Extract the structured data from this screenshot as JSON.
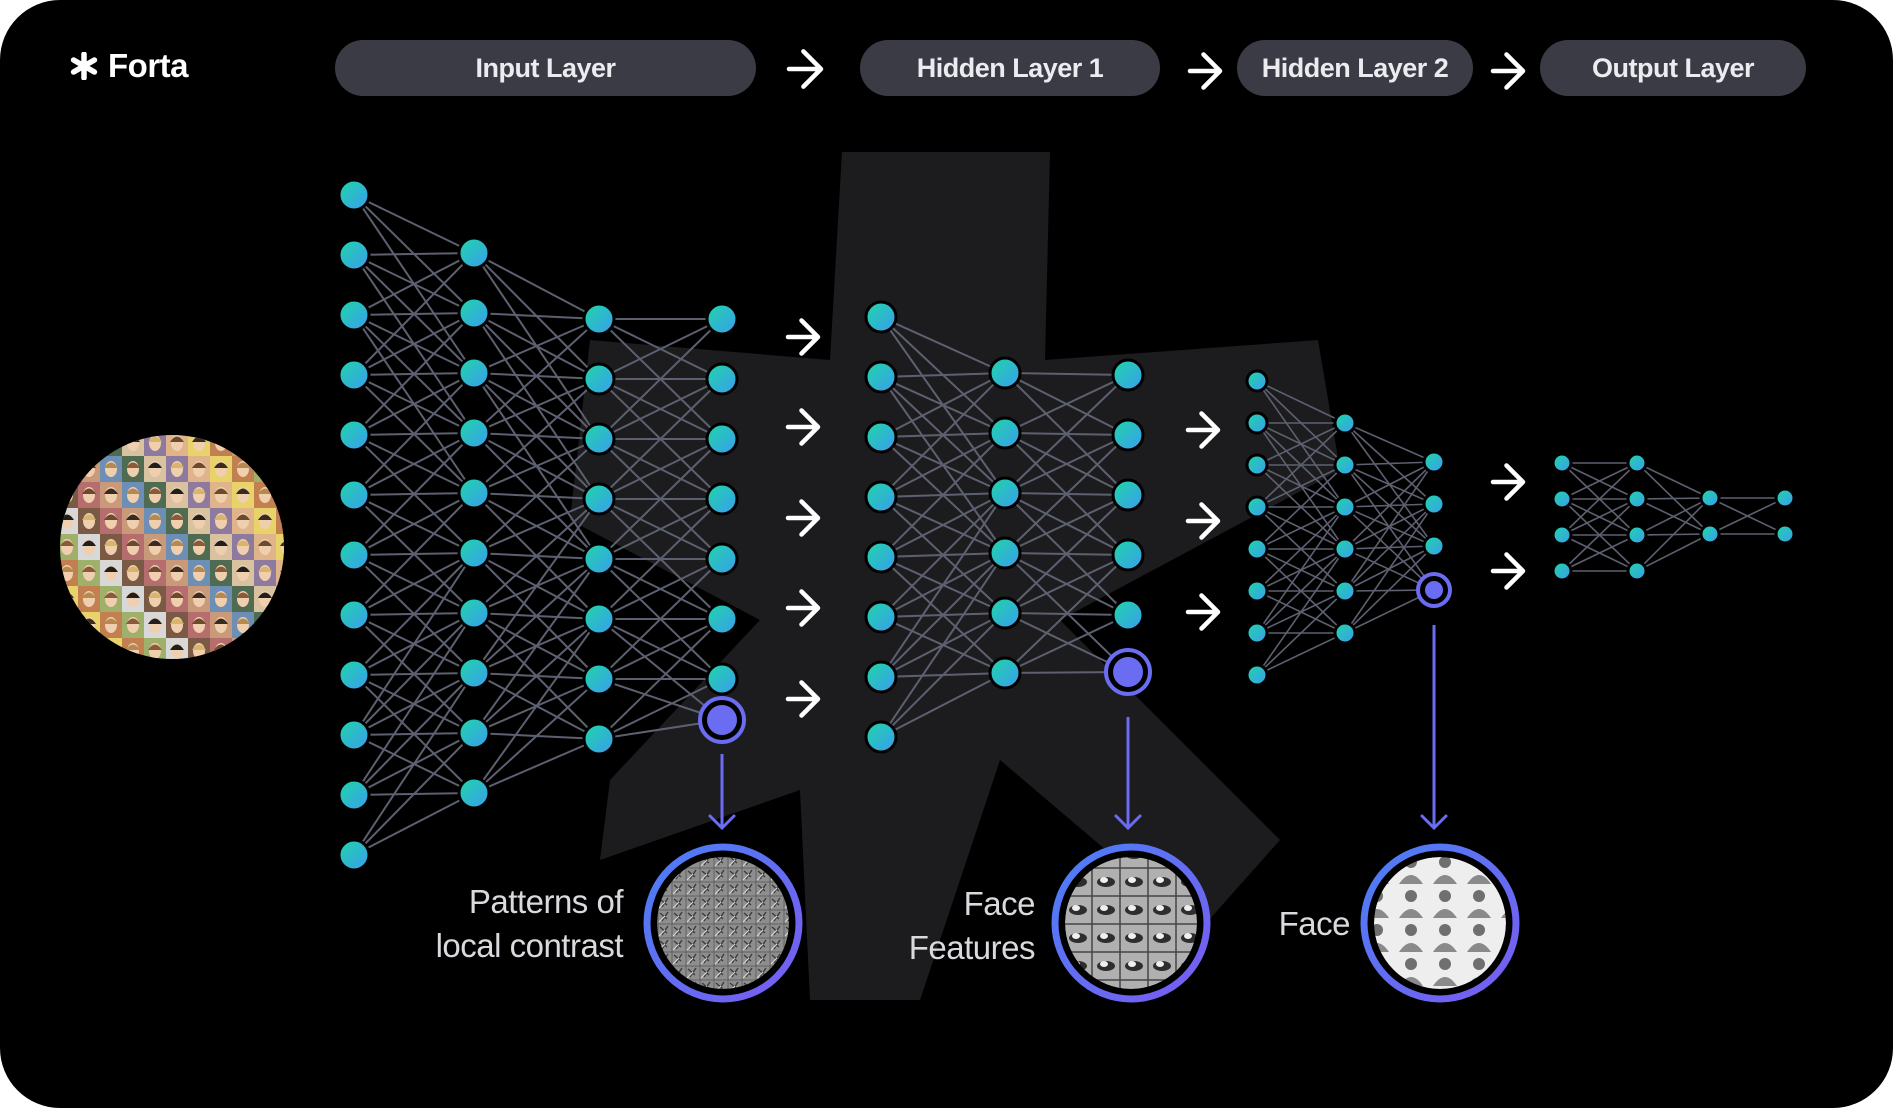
{
  "brand": {
    "name": "Forta",
    "icon": "asterisk-icon"
  },
  "pipeline": [
    {
      "label": "Input Layer"
    },
    {
      "label": "Hidden Layer 1"
    },
    {
      "label": "Hidden Layer 2"
    },
    {
      "label": "Output Layer"
    }
  ],
  "captions": {
    "contrast": [
      "Patterns of",
      "local contrast"
    ],
    "features": [
      "Face",
      "Features"
    ],
    "face": [
      "Face"
    ]
  },
  "colors": {
    "background": "#000000",
    "pill": "#3a3b44",
    "node_start": "#1fd6a6",
    "node_end": "#3a9cf0",
    "edge": "#5d6070",
    "highlight": "#6a6cf2",
    "ring_start": "#4a7ff5",
    "ring_end": "#7a5cf0",
    "backdrop": "#1c1c1e"
  },
  "icons": [
    "asterisk-icon",
    "arrow-right-icon",
    "arrow-down-icon",
    "node-circle-icon",
    "face-mosaic-image"
  ]
}
